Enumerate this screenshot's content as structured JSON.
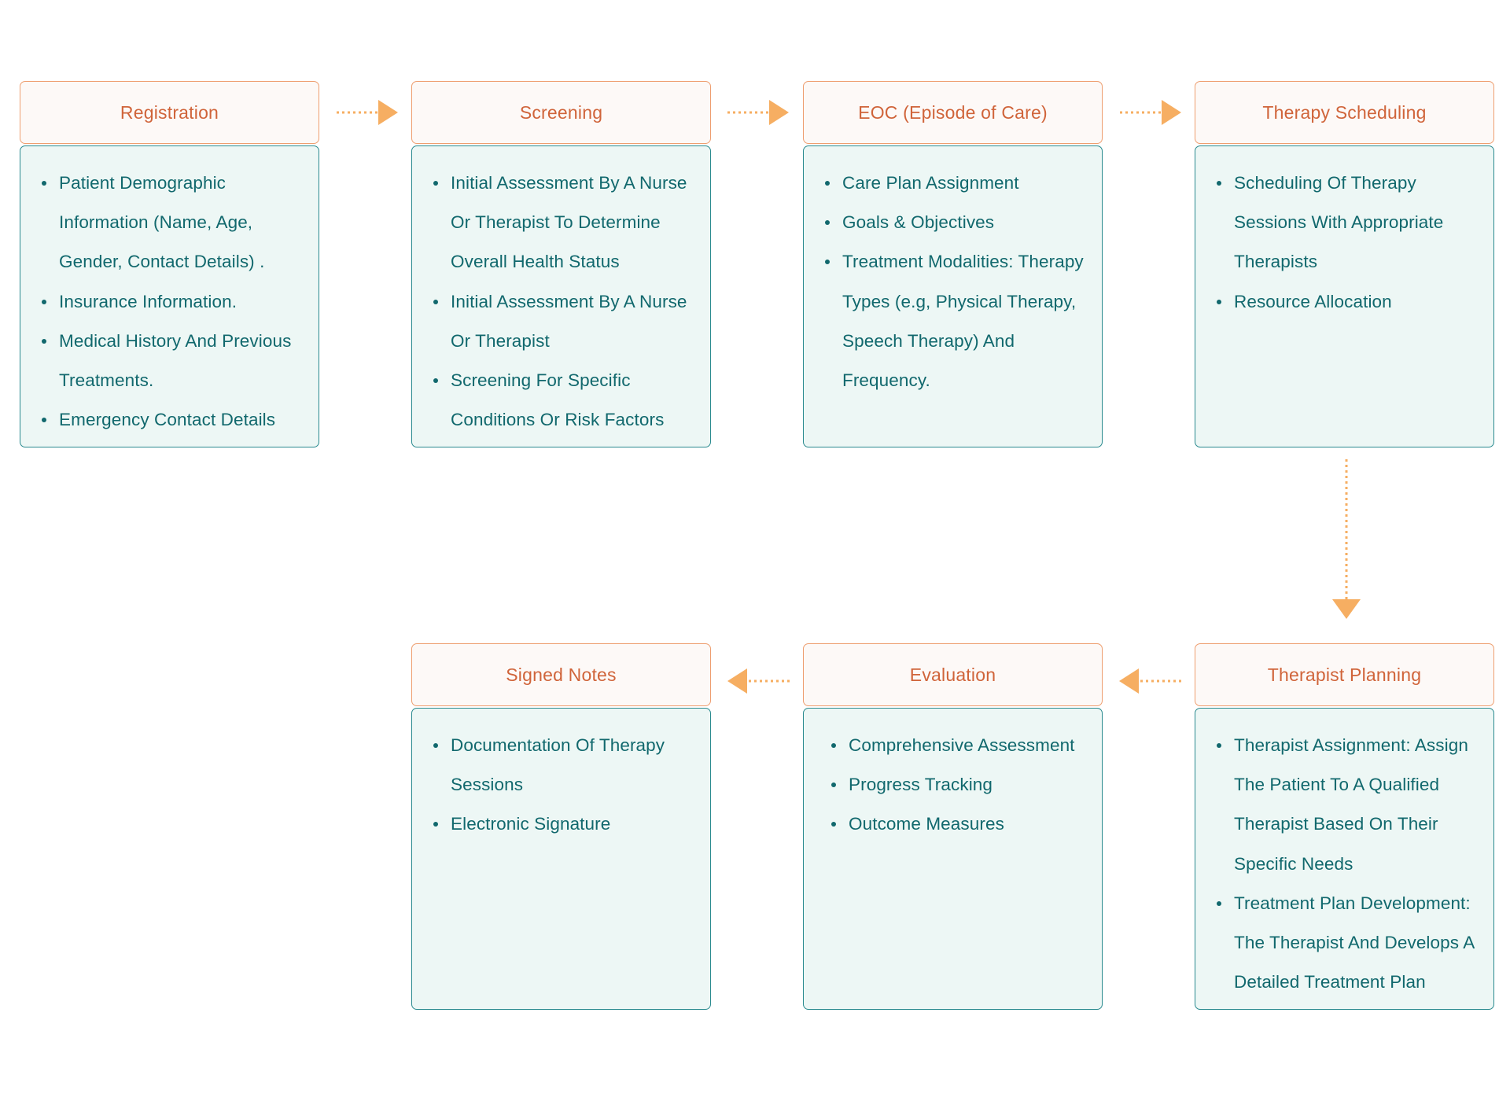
{
  "diagram": {
    "colors": {
      "title_border": "#ee9e6f",
      "title_background": "#fdf9f7",
      "title_text": "#d0643a",
      "body_border": "#2a8a8f",
      "body_background": "#edf7f5",
      "body_text": "#11686d",
      "arrow": "#f6ae62"
    },
    "steps": [
      {
        "title": "Registration",
        "items": [
          "Patient Demographic Information (Name, Age, Gender, Contact Details) .",
          "Insurance Information.",
          "Medical History And Previous Treatments.",
          "Emergency Contact Details"
        ]
      },
      {
        "title": "Screening",
        "items": [
          "Initial Assessment By A Nurse Or Therapist To Determine Overall Health Status",
          "Initial Assessment By A Nurse Or Therapist",
          "Screening For Specific Conditions Or Risk Factors"
        ]
      },
      {
        "title": "EOC (Episode of Care)",
        "items": [
          "Care Plan Assignment",
          "Goals & Objectives",
          "Treatment Modalities: Therapy Types (e.g, Physical Therapy, Speech Therapy) And Frequency."
        ]
      },
      {
        "title": "Therapy Scheduling",
        "items": [
          "Scheduling Of Therapy Sessions With Appropriate Therapists",
          "Resource Allocation"
        ]
      },
      {
        "title": "Therapist Planning",
        "items": [
          "Therapist Assignment: Assign The Patient To A Qualified Therapist Based On Their Specific Needs",
          "Treatment Plan Development: The Therapist And Develops A Detailed Treatment Plan"
        ]
      },
      {
        "title": "Evaluation",
        "items": [
          "Comprehensive Assessment",
          "Progress Tracking",
          "Outcome Measures"
        ]
      },
      {
        "title": "Signed Notes",
        "items": [
          "Documentation Of Therapy Sessions",
          "Electronic Signature"
        ]
      }
    ]
  }
}
